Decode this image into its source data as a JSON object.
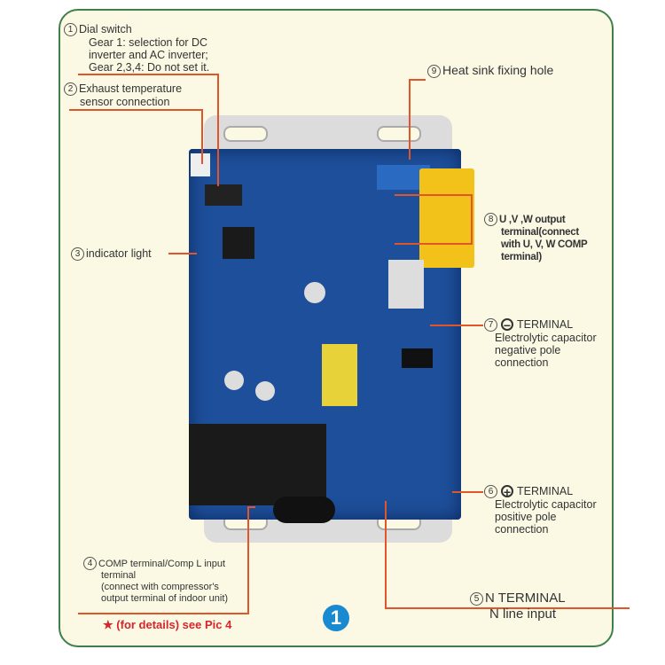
{
  "labels": {
    "dial": {
      "num": "1",
      "title": "Dial switch",
      "lines": [
        "Gear 1: selection for DC",
        "inverter and AC inverter;",
        "Gear 2,3,4: Do not set it."
      ]
    },
    "exhaust": {
      "num": "2",
      "lines": [
        "Exhaust temperature",
        "sensor connection"
      ]
    },
    "indicator": {
      "num": "3",
      "title": "indicator light"
    },
    "comp": {
      "num": "4",
      "title": "COMP terminal/Comp L input",
      "lines": [
        "terminal",
        "(connect with compressor's",
        "output terminal of indoor unit)"
      ]
    },
    "n_terminal": {
      "num": "5",
      "title": "N TERMINAL",
      "sub": "N line input"
    },
    "pos_terminal": {
      "num": "6",
      "symbol": "+",
      "title": "TERMINAL",
      "lines": [
        "Electrolytic capacitor",
        "positive pole",
        "connection"
      ]
    },
    "neg_terminal": {
      "num": "7",
      "symbol": "−",
      "title": "TERMINAL",
      "lines": [
        "Electrolytic capacitor",
        "negative pole",
        "connection"
      ]
    },
    "uvw": {
      "num": "8",
      "lines": [
        "U ,V ,W output",
        "terminal(connect",
        "with U, V, W COMP",
        "terminal)"
      ]
    },
    "heatsink": {
      "num": "9",
      "title": "Heat sink fixing hole"
    }
  },
  "note": {
    "star": "★",
    "text": "(for details) see Pic 4"
  },
  "badge": "1",
  "colors": {
    "frame": "#3f7f4a",
    "background": "#fbf9e4",
    "leader": "#e0562a",
    "pcb": "#1e4f9a",
    "badge": "#1a8ad0",
    "note": "#d8242b"
  }
}
